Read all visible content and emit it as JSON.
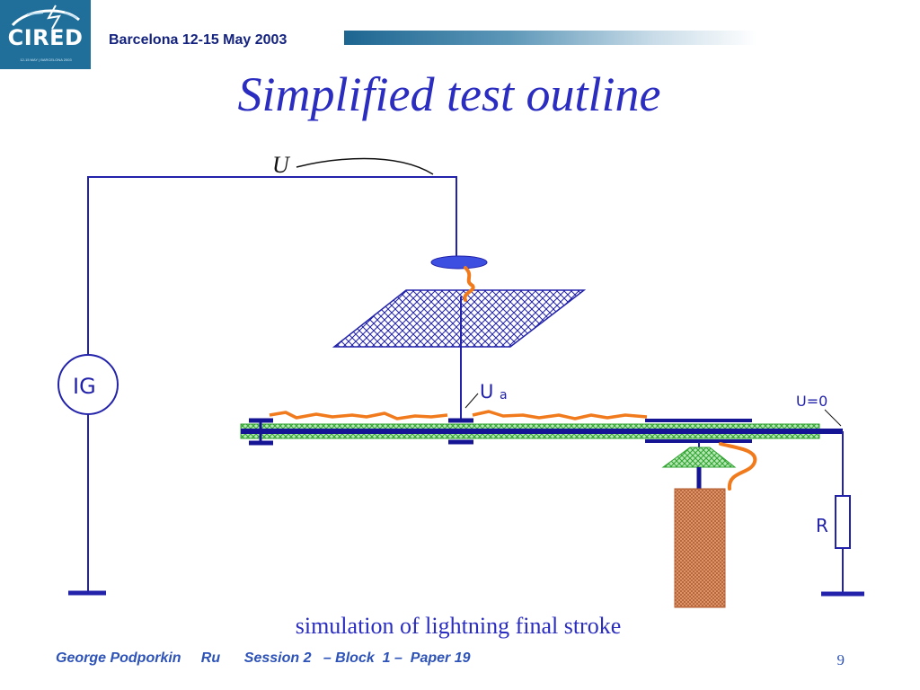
{
  "header": {
    "logo_text": "CIRED",
    "logo_subtext": "12-15 MAY | BARCELONA 2003",
    "conference": "Barcelona  12-15 May 2003"
  },
  "slide": {
    "title": "Simplified test  outline",
    "caption": "simulation of lightning final stroke"
  },
  "diagram": {
    "label_u": "U",
    "label_ig": "IG",
    "label_ua_main": "U",
    "label_ua_sub": "a",
    "label_u0": "U=0",
    "label_r": "R"
  },
  "footer": {
    "text": "George Podporkin     Ru      Session 2   – Block  1 –  Paper 19",
    "page_number": "9"
  },
  "colors": {
    "wire": "#2222aa",
    "conductor": "#141494",
    "insulation_green": "#2fa32f",
    "arc_orange": "#f07a1c",
    "title_blue": "#2a2dbf",
    "header_navy": "#14237f",
    "logo_bg": "#1f6f9a"
  }
}
